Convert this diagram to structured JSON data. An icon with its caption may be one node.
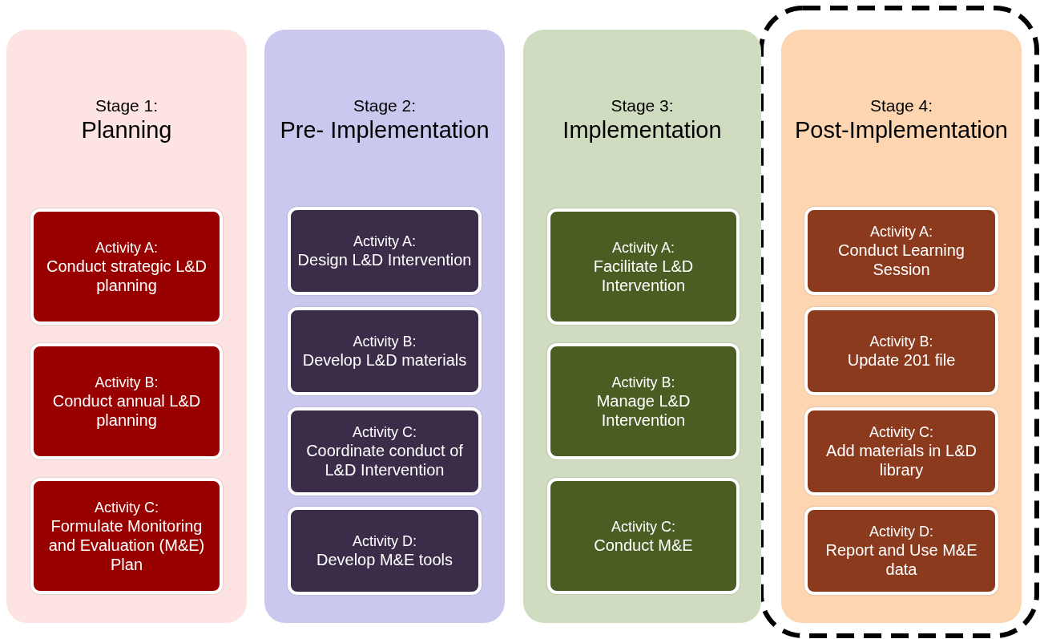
{
  "diagram": {
    "nodes": [
      {
        "text": [
          "Stage 1:",
          "Planning"
        ]
      },
      {
        "text": [
          "Activity A:",
          "Conduct strategic L&D planning"
        ],
        "in": 0
      },
      {
        "text": [
          "Activity B:",
          "Conduct annual L&D planning"
        ],
        "in": 0
      },
      {
        "text": [
          "Activity C:",
          "Formulate Monitoring and Evaluation (M&E) Plan"
        ],
        "in": 0
      },
      {
        "text": [
          "Stage 2:",
          "Pre- Implementation"
        ]
      },
      {
        "text": [
          "Activity A:",
          "Design L&D Intervention"
        ],
        "in": 4
      },
      {
        "text": [
          "Activity B:",
          "Develop L&D materials"
        ],
        "in": 4
      },
      {
        "text": [
          "Activity C:",
          "Coordinate conduct of L&D Intervention"
        ],
        "in": 4
      },
      {
        "text": [
          "Activity D:",
          "Develop M&E tools"
        ],
        "in": 4
      },
      {
        "text": [
          "Stage 3:",
          "Implementation"
        ]
      },
      {
        "text": [
          "Activity A:",
          "Facilitate L&D Intervention"
        ],
        "in": 9
      },
      {
        "text": [
          "Activity B:",
          "Manage L&D Intervention"
        ],
        "in": 9
      },
      {
        "text": [
          "Activity C:",
          "Conduct M&E"
        ],
        "in": 9
      },
      {
        "text": [
          "Stage 4:",
          "Post-Implementation"
        ]
      },
      {
        "text": [
          "Activity A:",
          "Conduct Learning Session"
        ],
        "in": 13
      },
      {
        "text": [
          "Activity B:",
          "Update 201 file"
        ],
        "in": 13
      },
      {
        "text": [
          "Activity C:",
          "Add materials in L&D library"
        ],
        "in": 13
      },
      {
        "text": [
          "Activity D:",
          "Report and Use M&E data"
        ],
        "in": 13
      }
    ],
    "edges": []
  }
}
